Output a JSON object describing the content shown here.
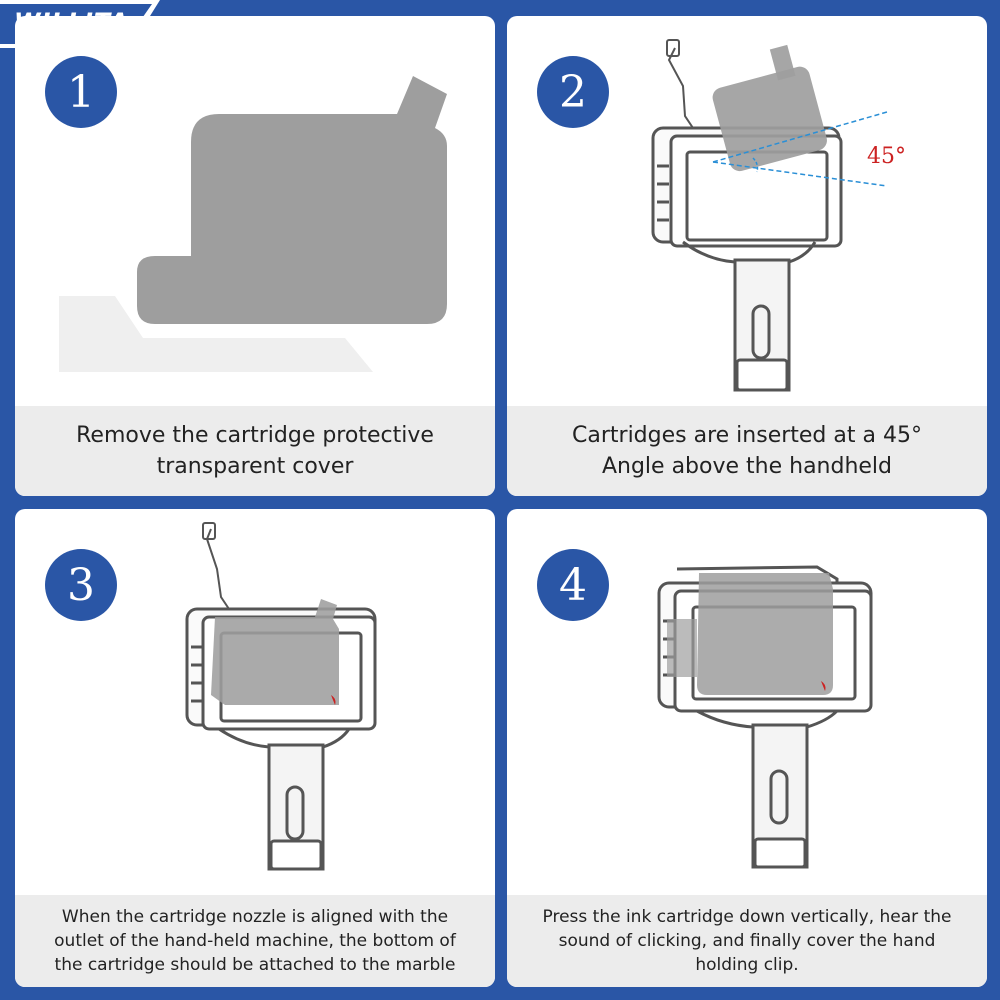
{
  "brand": {
    "name": "WILLITA"
  },
  "steps": [
    {
      "number": "1",
      "caption": "Remove the cartridge protective\ntransparent cover"
    },
    {
      "number": "2",
      "caption": "Cartridges are inserted at a 45°\nAngle above the handheld",
      "angle_label": "45°"
    },
    {
      "number": "3",
      "caption": "When the cartridge nozzle is aligned with the\noutlet of the hand-held machine, the bottom of\nthe cartridge should be attached to the marble"
    },
    {
      "number": "4",
      "caption": "Press the ink cartridge down vertically, hear the\nsound of clicking, and finally cover the hand\nholding clip."
    }
  ],
  "colors": {
    "background": "#2a56a6",
    "panel": "#ffffff",
    "caption_bg": "#ececec",
    "cartridge": "#9e9e9e",
    "angle": "#cc2222",
    "guide_line": "#2a8fd6"
  }
}
